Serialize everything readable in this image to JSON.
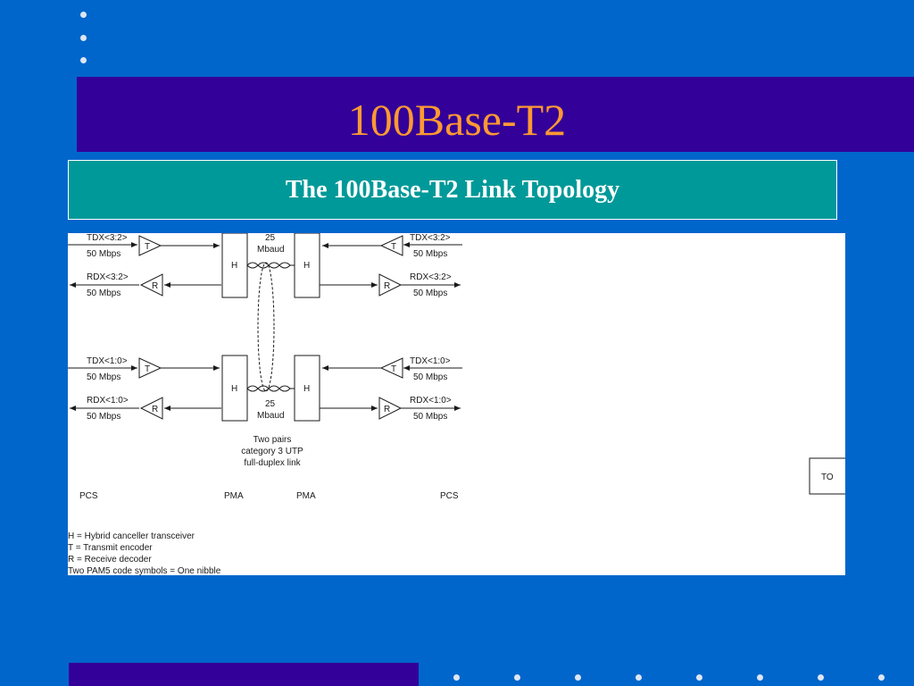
{
  "slide": {
    "title": "100Base-T2",
    "subtitle": "The 100Base-T2 Link Topology",
    "colors": {
      "background": "#0066cc",
      "title_band": "#330099",
      "title_text": "#ff9933",
      "subtitle_box": "#009999",
      "bottom_bar": "#330099"
    }
  },
  "diagram": {
    "upper": {
      "left_tdx": "TDX<3:2>",
      "left_tdx_rate": "50 Mbps",
      "left_rdx": "RDX<3:2>",
      "left_rdx_rate": "50 Mbps",
      "right_tdx": "TDX<3:2>",
      "right_tdx_rate": "50 Mbps",
      "right_rdx": "RDX<3:2>",
      "right_rdx_rate": "50 Mbps",
      "baud_num": "25",
      "baud_unit": "Mbaud"
    },
    "lower": {
      "left_tdx": "TDX<1:0>",
      "left_tdx_rate": "50 Mbps",
      "left_rdx": "RDX<1:0>",
      "left_rdx_rate": "50 Mbps",
      "right_tdx": "TDX<1:0>",
      "right_tdx_rate": "50 Mbps",
      "right_rdx": "RDX<1:0>",
      "right_rdx_rate": "50 Mbps",
      "baud_num": "25",
      "baud_unit": "Mbaud"
    },
    "box_labels": {
      "hybrid": "H",
      "transmit": "T",
      "receive": "R"
    },
    "link_caption": [
      "Two pairs",
      "category 3 UTP",
      "full-duplex link"
    ],
    "layers": {
      "pcs_left": "PCS",
      "pma_left": "PMA",
      "pma_right": "PMA",
      "pcs_right": "PCS"
    },
    "legend": [
      "H = Hybrid canceller transceiver",
      "T = Transmit encoder",
      "R = Receive decoder",
      "Two PAM5 code symbols = One nibble"
    ],
    "to_label": "TO"
  }
}
